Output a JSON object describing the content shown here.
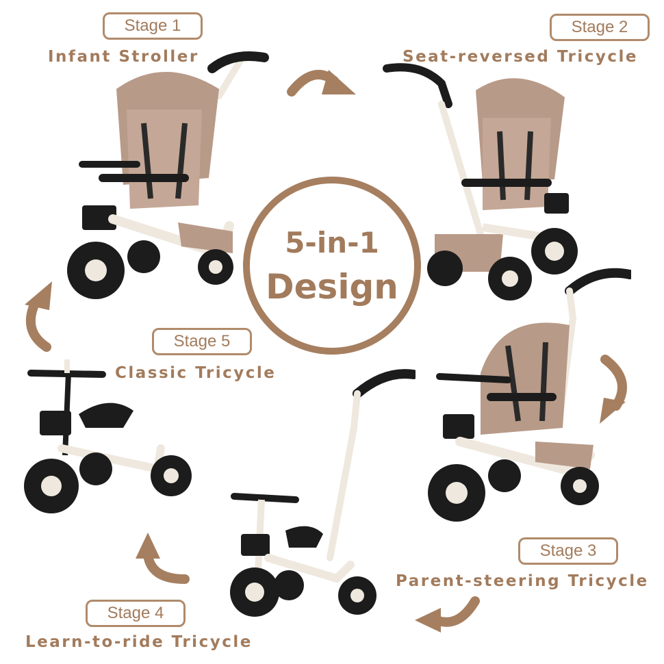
{
  "center": {
    "line1": "5-in-1",
    "line2": "Design"
  },
  "stages": [
    {
      "stage": "Stage 1",
      "caption": "Infant Stroller"
    },
    {
      "stage": "Stage 2",
      "caption": "Seat-reversed Tricycle"
    },
    {
      "stage": "Stage 3",
      "caption": "Parent-steering Tricycle"
    },
    {
      "stage": "Stage 4",
      "caption": "Learn-to-ride Tricycle"
    },
    {
      "stage": "Stage 5",
      "caption": "Classic Tricycle"
    }
  ],
  "colors": {
    "accent": "#a67f60",
    "canopy": "#b89a88",
    "frame": "#f1ece4",
    "tire": "#1c1c1c"
  },
  "icons": [
    "curved-arrow-icon",
    "tricycle-illustration"
  ]
}
